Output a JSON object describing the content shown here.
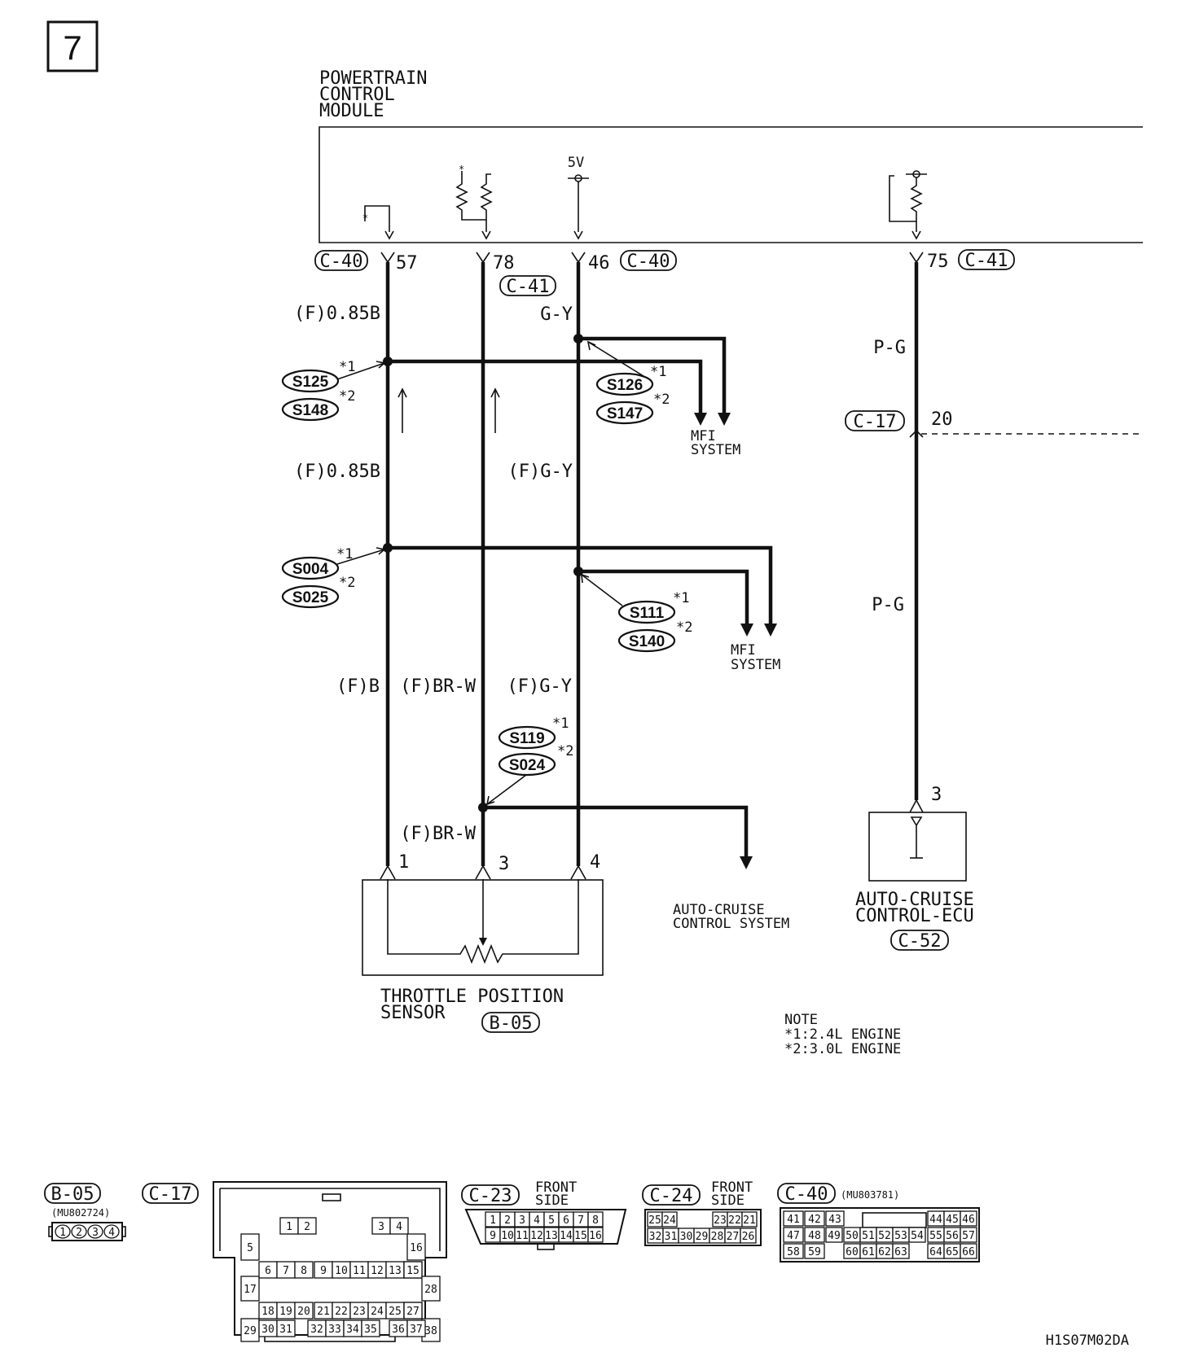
{
  "page_number": "7",
  "module": {
    "title": [
      "POWERTRAIN",
      "CONTROL",
      "MODULE"
    ],
    "supply": "5V"
  },
  "pins": {
    "p57": {
      "conn": "C-40",
      "num": "57"
    },
    "p78": {
      "conn": "C-41",
      "num": "78"
    },
    "p46": {
      "conn": "C-40",
      "num": "46"
    },
    "p75": {
      "conn": "C-41",
      "num": "75"
    }
  },
  "wires": {
    "w1_top": "(F)0.85B",
    "w3_top": "G-Y",
    "w1_mid": "(F)0.85B",
    "w3_mid": "(F)G-Y",
    "w1_low": "(F)B",
    "w2_low": "(F)BR-W",
    "w3_low": "(F)G-Y",
    "w2_bot": "(F)BR-W",
    "w4_upper": "P-G",
    "w4_lower": "P-G"
  },
  "splices": {
    "s125": "S125",
    "s148": "S148",
    "s126": "S126",
    "s147": "S147",
    "s004": "S004",
    "s025": "S025",
    "s111": "S111",
    "s140": "S140",
    "s119": "S119",
    "s024": "S024"
  },
  "notes_marks": {
    "m1": "*1",
    "m2": "*2"
  },
  "systems": {
    "mfi_1": [
      "MFI",
      "SYSTEM"
    ],
    "mfi_2": [
      "MFI",
      "SYSTEM"
    ],
    "auto_cruise": [
      "AUTO-CRUISE",
      "CONTROL SYSTEM"
    ]
  },
  "c17_joint": {
    "conn": "C-17",
    "num": "20"
  },
  "tps": {
    "name": [
      "THROTTLE POSITION",
      "SENSOR"
    ],
    "conn": "B-05",
    "pins": [
      "1",
      "3",
      "4"
    ]
  },
  "ecu": {
    "name": [
      "AUTO-CRUISE",
      "CONTROL-ECU"
    ],
    "conn": "C-52",
    "pin": "3"
  },
  "note": {
    "title": "NOTE",
    "lines": [
      "*1:2.4L ENGINE",
      "*2:3.0L ENGINE"
    ]
  },
  "connectors": {
    "b05": {
      "label": "B-05",
      "part": "(MU802724)",
      "pins": [
        "1",
        "2",
        "3",
        "4"
      ]
    },
    "c17": {
      "label": "C-17",
      "rows": [
        [
          "1",
          "2",
          "3",
          "4"
        ],
        [
          "5",
          "16"
        ],
        [
          "6",
          "7",
          "8",
          "9",
          "10",
          "11",
          "12",
          "13",
          "14",
          "15"
        ],
        [
          "17",
          "28"
        ],
        [
          "18",
          "19",
          "20",
          "21",
          "22",
          "23",
          "24",
          "25",
          "26",
          "27"
        ],
        [
          "29",
          "38"
        ],
        [
          "30",
          "31",
          "32",
          "33",
          "34",
          "35",
          "36",
          "37"
        ]
      ]
    },
    "c23": {
      "label": "C-23",
      "side": [
        "FRONT",
        "SIDE"
      ],
      "rows": [
        [
          "1",
          "2",
          "3",
          "4",
          "5",
          "6",
          "7",
          "8"
        ],
        [
          "9",
          "10",
          "11",
          "12",
          "13",
          "14",
          "15",
          "16"
        ]
      ]
    },
    "c24": {
      "label": "C-24",
      "side": [
        "FRONT",
        "SIDE"
      ],
      "rows": [
        [
          "25",
          "24",
          "23",
          "22",
          "21"
        ],
        [
          "32",
          "31",
          "30",
          "29",
          "28",
          "27",
          "26"
        ]
      ]
    },
    "c40": {
      "label": "C-40",
      "part": "(MU803781)",
      "rows": [
        [
          "41",
          "42",
          "43",
          "44",
          "45",
          "46"
        ],
        [
          "47",
          "48",
          "49",
          "50",
          "51",
          "52",
          "53",
          "54",
          "55",
          "56",
          "57"
        ],
        [
          "58",
          "59",
          "60",
          "61",
          "62",
          "63",
          "64",
          "65",
          "66"
        ]
      ]
    }
  },
  "footer_code": "H1S07M02DA"
}
